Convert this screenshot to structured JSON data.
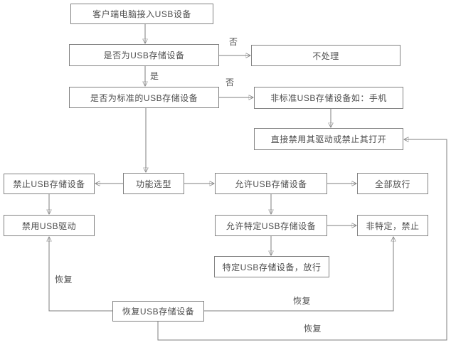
{
  "diagram": {
    "nodes": {
      "client": {
        "label": "客户端电脑接入USB设备"
      },
      "is_usb_storage": {
        "label": "是否为USB存储设备"
      },
      "no_action": {
        "label": "不处理"
      },
      "is_standard": {
        "label": "是否为标准的USB存储设备"
      },
      "non_standard": {
        "label": "非标准USB存储设备如：手机"
      },
      "disable_or_block_open": {
        "label": "直接禁用其驱动或禁止其打开"
      },
      "block_usb_storage": {
        "label": "禁止USB存储设备"
      },
      "function_select": {
        "label": "功能选型"
      },
      "allow_usb_storage": {
        "label": "允许USB存储设备"
      },
      "allow_all": {
        "label": "全部放行"
      },
      "disable_usb_driver": {
        "label": "禁用USB驱动"
      },
      "allow_specific": {
        "label": "允许特定USB存储设备"
      },
      "non_specific_block": {
        "label": "非特定，禁止"
      },
      "specific_allow": {
        "label": "特定USB存储设备，放行"
      },
      "restore_usb_storage": {
        "label": "恢复USB存储设备"
      }
    },
    "edge_labels": {
      "no_top": "否",
      "yes": "是",
      "no_mid": "否",
      "restore_left": "恢复",
      "restore_mid": "恢复",
      "restore_bottom": "恢复"
    },
    "colors": {
      "border": "#828282",
      "line": "#7f7f7f",
      "text": "#4d4d4d",
      "background": "#ffffff"
    }
  }
}
